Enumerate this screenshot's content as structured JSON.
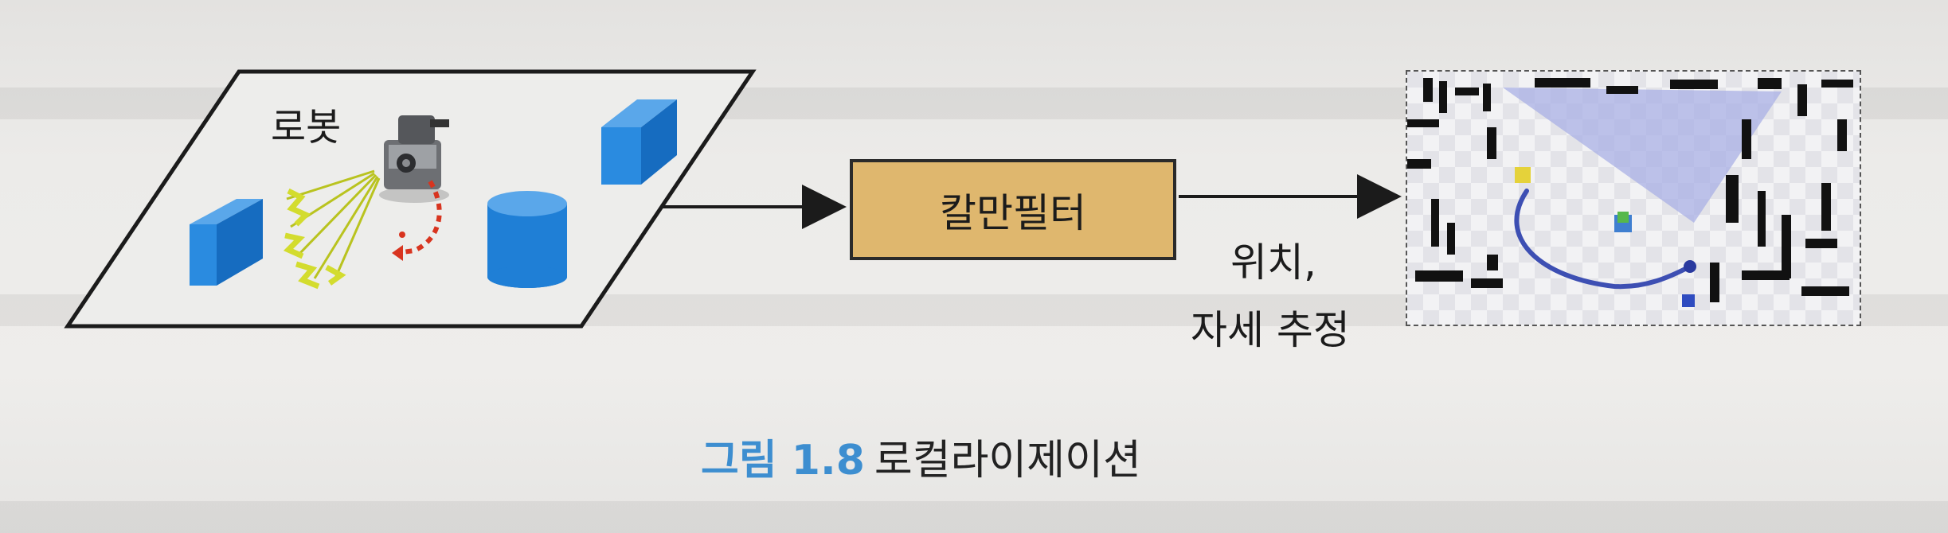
{
  "figure": {
    "robot_label": "로봇",
    "filter_label": "칼만필터",
    "output_line1": "위치,",
    "output_line2": "자세 추정",
    "caption_prefix": "그림 1.8",
    "caption_title": "로컬라이제이션"
  },
  "colors": {
    "obstacle_blue": "#1f7fd6",
    "filter_fill": "#dfb76e",
    "caption_accent": "#3d8ed0",
    "sensor_rays": "#c9d22a",
    "path_red": "#d8341f"
  },
  "icons": [
    "robot-icon",
    "sensor-beam-icon",
    "box-obstacle-icon",
    "cylinder-obstacle-icon",
    "map-image"
  ]
}
